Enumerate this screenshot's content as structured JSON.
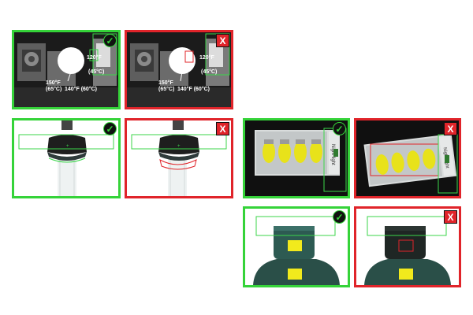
{
  "colors": {
    "pass": "#35d339",
    "fail": "#e0242a",
    "roi_green": "#3bd64a",
    "roi_red": "#e0242a",
    "label_yellow": "#f2ea1c",
    "bottle_teal": "#2d5a52"
  },
  "status": {
    "pass_symbol": "✓",
    "fail_symbol": "X"
  },
  "thermostat": {
    "label_120": "120°F",
    "label_45": "(45°C)",
    "label_150": "150°F",
    "label_65": "(65°C)",
    "label_140": "140°F (60°C)"
  },
  "blister": {
    "side_text": "Night light"
  },
  "panels": [
    {
      "id": "thermostat-pass",
      "result": "pass",
      "icon": "check-icon"
    },
    {
      "id": "thermostat-fail",
      "result": "fail",
      "icon": "x-icon"
    },
    {
      "id": "cap-pass",
      "result": "pass",
      "icon": "check-icon"
    },
    {
      "id": "cap-fail",
      "result": "fail",
      "icon": "x-icon"
    },
    {
      "id": "blister-pass",
      "result": "pass",
      "icon": "check-icon"
    },
    {
      "id": "blister-fail",
      "result": "fail",
      "icon": "x-icon"
    },
    {
      "id": "bottle-pass",
      "result": "pass",
      "icon": "check-icon"
    },
    {
      "id": "bottle-fail",
      "result": "fail",
      "icon": "x-icon"
    }
  ]
}
